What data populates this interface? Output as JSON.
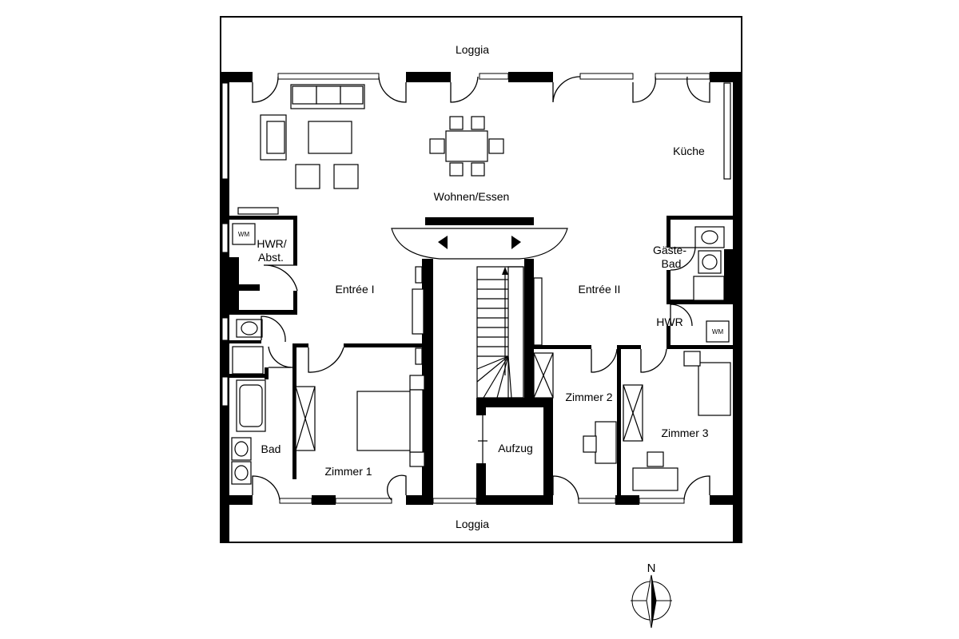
{
  "rooms": {
    "loggia_top": "Loggia",
    "loggia_bottom": "Loggia",
    "wohnen_essen": "Wohnen/Essen",
    "kueche": "Küche",
    "hwr_abst_line1": "HWR/",
    "hwr_abst_line2": "Abst.",
    "entree_1": "Entrée I",
    "entree_2": "Entrée II",
    "gaeste_bad_line1": "Gäste-",
    "gaeste_bad_line2": "Bad",
    "hwr": "HWR",
    "bad": "Bad",
    "zimmer_1": "Zimmer 1",
    "zimmer_2": "Zimmer 2",
    "zimmer_3": "Zimmer 3",
    "aufzug": "Aufzug"
  },
  "appliances": {
    "wm_left": "WM",
    "wm_right": "WM"
  },
  "compass": {
    "north_label": "N",
    "icon": "compass-rose-icon"
  },
  "colors": {
    "wall": "#000000",
    "background": "#ffffff"
  }
}
